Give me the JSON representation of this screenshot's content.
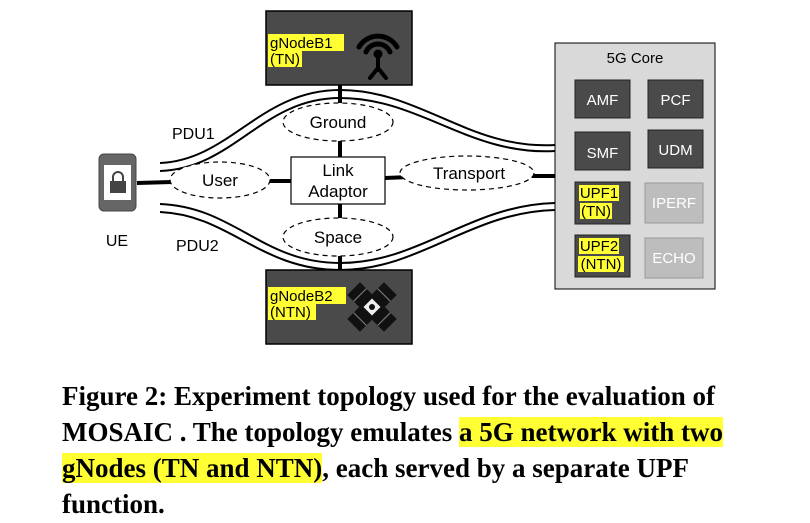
{
  "diagram": {
    "gnb1": {
      "line1": "gNodeB1",
      "line2": "(TN)",
      "icon": "antenna-icon"
    },
    "gnb2": {
      "line1": "gNodeB2",
      "line2": "(NTN)",
      "icon": "satellite-icon"
    },
    "ue": {
      "label": "UE",
      "icon": "phone-lock-icon"
    },
    "pdu1": "PDU1",
    "pdu2": "PDU2",
    "user": "User",
    "ground": "Ground",
    "space": "Space",
    "link_adaptor": {
      "line1": "Link",
      "line2": "Adaptor"
    },
    "transport": "Transport",
    "core": {
      "title": "5G Core",
      "amf": "AMF",
      "pcf": "PCF",
      "smf": "SMF",
      "udm": "UDM",
      "upf1": {
        "line1": "UPF1",
        "line2": "(TN)"
      },
      "upf2": {
        "line1": "UPF2",
        "line2": "(NTN)"
      },
      "iperf": "IPERF",
      "echo": "ECHO"
    },
    "colors": {
      "highlight": "#ffff33",
      "node_dark": "#4a4a4a",
      "core_bg": "#d9d9d9",
      "disabled_box": "#bdbdbd"
    }
  },
  "caption": {
    "part1": "Figure 2: Experiment topology used for the evaluation of MOSAIC . The topology emulates ",
    "highlight": "a 5G network with two gNodes (TN and NTN)",
    "part2": ", each served by a separate UPF function."
  }
}
